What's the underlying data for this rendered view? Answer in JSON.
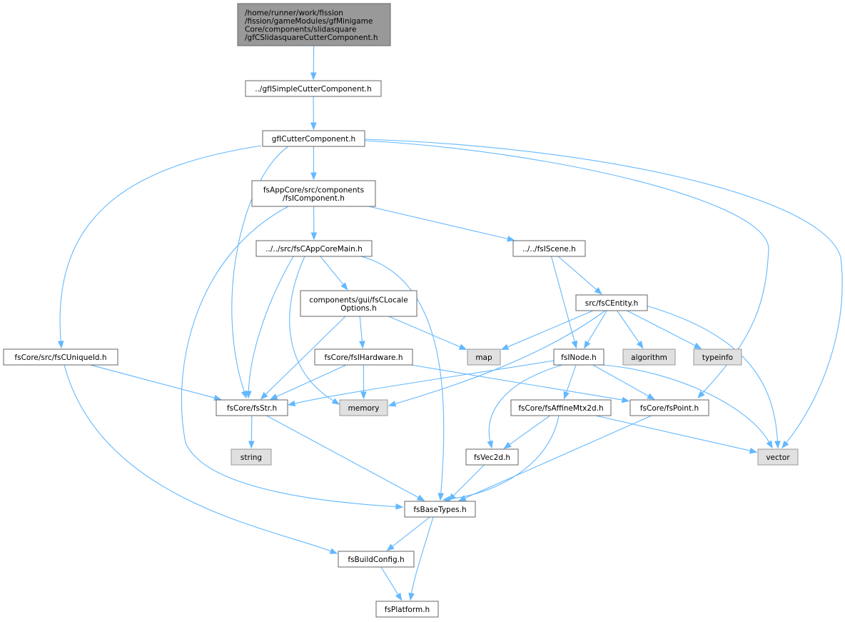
{
  "graph": {
    "nodes": [
      {
        "id": "root",
        "kind": "root",
        "lines": [
          "/home/runner/work/fission",
          "/fission/gameModules/gfMinigame",
          "Core/components/slidasquare",
          "/gfCSlidasquareCutterComponent.h"
        ]
      },
      {
        "id": "simplecutter",
        "kind": "file",
        "lines": [
          "../gfISimpleCutterComponent.h"
        ]
      },
      {
        "id": "cutter",
        "kind": "file",
        "lines": [
          "gfICutterComponent.h"
        ]
      },
      {
        "id": "icomponent",
        "kind": "file",
        "lines": [
          "fsAppCore/src/components",
          "/fsIComponent.h"
        ]
      },
      {
        "id": "appcoremain",
        "kind": "file",
        "lines": [
          "../../src/fsCAppCoreMain.h"
        ]
      },
      {
        "id": "iscene",
        "kind": "file",
        "lines": [
          "../../fsIScene.h"
        ]
      },
      {
        "id": "locale",
        "kind": "file",
        "lines": [
          "components/gui/fsCLocale",
          "Options.h"
        ]
      },
      {
        "id": "centity",
        "kind": "file",
        "lines": [
          "src/fsCEntity.h"
        ]
      },
      {
        "id": "uniqueid",
        "kind": "file",
        "lines": [
          "fsCore/src/fsCUniqueId.h"
        ]
      },
      {
        "id": "ihardware",
        "kind": "file",
        "lines": [
          "fsCore/fsIHardware.h"
        ]
      },
      {
        "id": "map",
        "kind": "system",
        "lines": [
          "map"
        ]
      },
      {
        "id": "inode",
        "kind": "file",
        "lines": [
          "fsINode.h"
        ]
      },
      {
        "id": "algorithm",
        "kind": "system",
        "lines": [
          "algorithm"
        ]
      },
      {
        "id": "typeinfo",
        "kind": "system",
        "lines": [
          "typeinfo"
        ]
      },
      {
        "id": "fsstr",
        "kind": "file",
        "lines": [
          "fsCore/fsStr.h"
        ]
      },
      {
        "id": "memory",
        "kind": "system",
        "lines": [
          "memory"
        ]
      },
      {
        "id": "affine",
        "kind": "file",
        "lines": [
          "fsCore/fsAffineMtx2d.h"
        ]
      },
      {
        "id": "point",
        "kind": "file",
        "lines": [
          "fsCore/fsPoint.h"
        ]
      },
      {
        "id": "string",
        "kind": "system",
        "lines": [
          "string"
        ]
      },
      {
        "id": "vec2d",
        "kind": "file",
        "lines": [
          "fsVec2d.h"
        ]
      },
      {
        "id": "vector",
        "kind": "system",
        "lines": [
          "vector"
        ]
      },
      {
        "id": "basetypes",
        "kind": "file",
        "lines": [
          "fsBaseTypes.h"
        ]
      },
      {
        "id": "buildconfig",
        "kind": "file",
        "lines": [
          "fsBuildConfig.h"
        ]
      },
      {
        "id": "platform",
        "kind": "file",
        "lines": [
          "fsPlatform.h"
        ]
      }
    ],
    "edges": [
      [
        "root",
        "simplecutter"
      ],
      [
        "simplecutter",
        "cutter"
      ],
      [
        "cutter",
        "icomponent"
      ],
      [
        "cutter",
        "uniqueid"
      ],
      [
        "cutter",
        "fsstr"
      ],
      [
        "cutter",
        "point"
      ],
      [
        "cutter",
        "vector"
      ],
      [
        "icomponent",
        "appcoremain"
      ],
      [
        "icomponent",
        "iscene"
      ],
      [
        "icomponent",
        "basetypes"
      ],
      [
        "appcoremain",
        "locale"
      ],
      [
        "appcoremain",
        "fsstr"
      ],
      [
        "appcoremain",
        "memory"
      ],
      [
        "appcoremain",
        "basetypes"
      ],
      [
        "iscene",
        "centity"
      ],
      [
        "iscene",
        "inode"
      ],
      [
        "locale",
        "ihardware"
      ],
      [
        "locale",
        "fsstr"
      ],
      [
        "locale",
        "map"
      ],
      [
        "centity",
        "map"
      ],
      [
        "centity",
        "inode"
      ],
      [
        "centity",
        "algorithm"
      ],
      [
        "centity",
        "typeinfo"
      ],
      [
        "centity",
        "memory"
      ],
      [
        "centity",
        "vector"
      ],
      [
        "uniqueid",
        "fsstr"
      ],
      [
        "uniqueid",
        "buildconfig"
      ],
      [
        "ihardware",
        "fsstr"
      ],
      [
        "ihardware",
        "memory"
      ],
      [
        "ihardware",
        "point"
      ],
      [
        "inode",
        "fsstr"
      ],
      [
        "inode",
        "affine"
      ],
      [
        "inode",
        "point"
      ],
      [
        "inode",
        "vec2d"
      ],
      [
        "inode",
        "vector"
      ],
      [
        "fsstr",
        "string"
      ],
      [
        "fsstr",
        "basetypes"
      ],
      [
        "affine",
        "vec2d"
      ],
      [
        "affine",
        "basetypes"
      ],
      [
        "affine",
        "vector"
      ],
      [
        "point",
        "basetypes"
      ],
      [
        "vec2d",
        "basetypes"
      ],
      [
        "basetypes",
        "buildconfig"
      ],
      [
        "basetypes",
        "platform"
      ],
      [
        "buildconfig",
        "platform"
      ]
    ]
  },
  "colors": {
    "edge": "#63b8ff",
    "file_fill": "#ffffff",
    "file_border": "#666666",
    "root_fill": "#999999",
    "root_border": "#666666",
    "system_fill": "#e0e0e0",
    "system_border": "#999999"
  }
}
